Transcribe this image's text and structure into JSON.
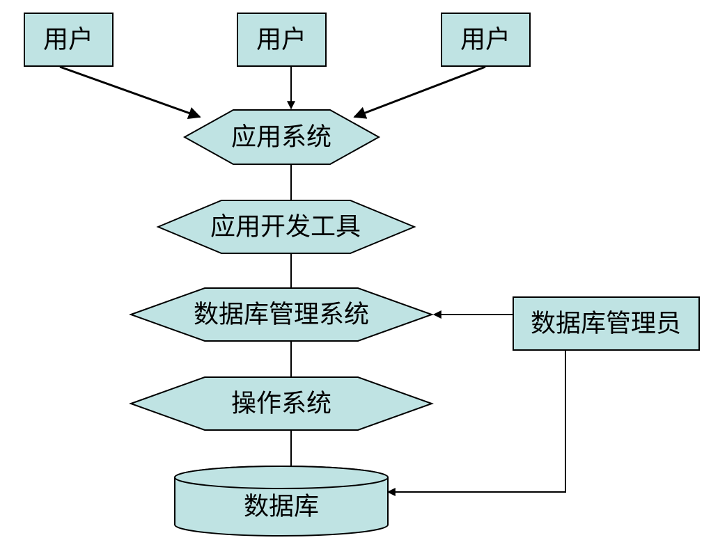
{
  "colors": {
    "node_fill": "#bfe3e3",
    "stroke": "#000000",
    "background": "#ffffff"
  },
  "nodes": {
    "user_left": "用户",
    "user_center": "用户",
    "user_right": "用户",
    "application_system": "应用系统",
    "app_dev_tools": "应用开发工具",
    "dbms": "数据库管理系统",
    "operating_system": "操作系统",
    "database": "数据库",
    "dba": "数据库管理员"
  }
}
